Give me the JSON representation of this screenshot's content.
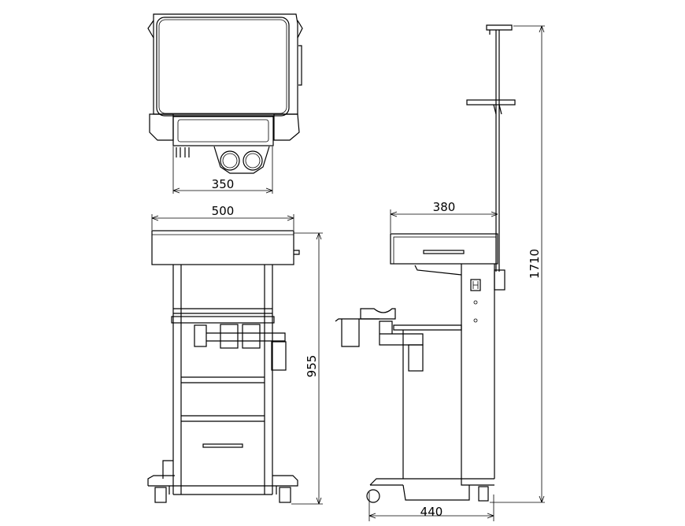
{
  "drawing": {
    "views": [
      "top-view",
      "front-view",
      "side-view"
    ],
    "line_color": "#000000",
    "background": "#ffffff"
  },
  "dimensions": {
    "top_width": "350",
    "front_width": "500",
    "front_height": "955",
    "side_top_depth": "380",
    "side_base_depth": "440",
    "side_total_height": "1710"
  }
}
